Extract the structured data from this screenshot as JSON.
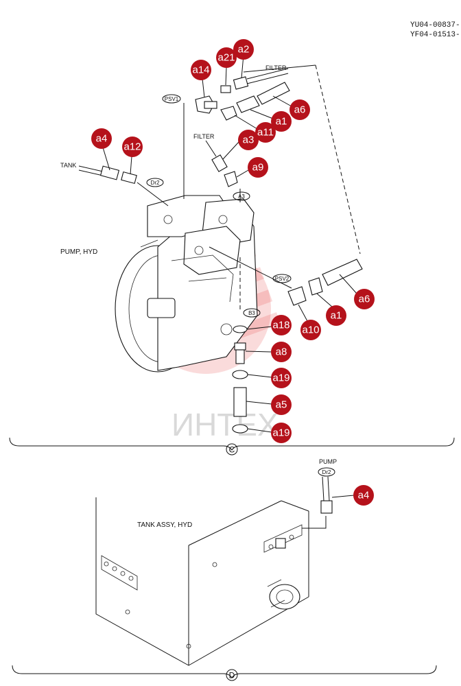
{
  "codes": [
    "YU04-00837-",
    "YF04-01513-"
  ],
  "section_c": {
    "title": "PUMP, HYD",
    "labels": {
      "filter_top": "FILTER",
      "filter_mid": "FILTER",
      "tank": "TANK",
      "psv1": "PSV1",
      "psv2": "PSV2",
      "dr2": "Dr2",
      "a3": "A3",
      "b3": "B3"
    },
    "marker": "C",
    "badges": [
      "a2",
      "a21",
      "a14",
      "a6",
      "a1",
      "a11",
      "a3",
      "a9",
      "a4",
      "a12",
      "a6",
      "a1",
      "a10",
      "a18",
      "a8",
      "a19",
      "a5",
      "a19"
    ]
  },
  "section_d": {
    "title": "TANK ASSY, HYD",
    "labels": {
      "pump": "PUMP",
      "dr2": "Dr2"
    },
    "marker": "D",
    "badges": [
      "a4"
    ]
  },
  "watermark": "ИНТЕХ",
  "colors": {
    "badge": "#b5121b",
    "badge_text": "#ffffff",
    "line": "#111111",
    "watermark": "#e43a3a"
  }
}
